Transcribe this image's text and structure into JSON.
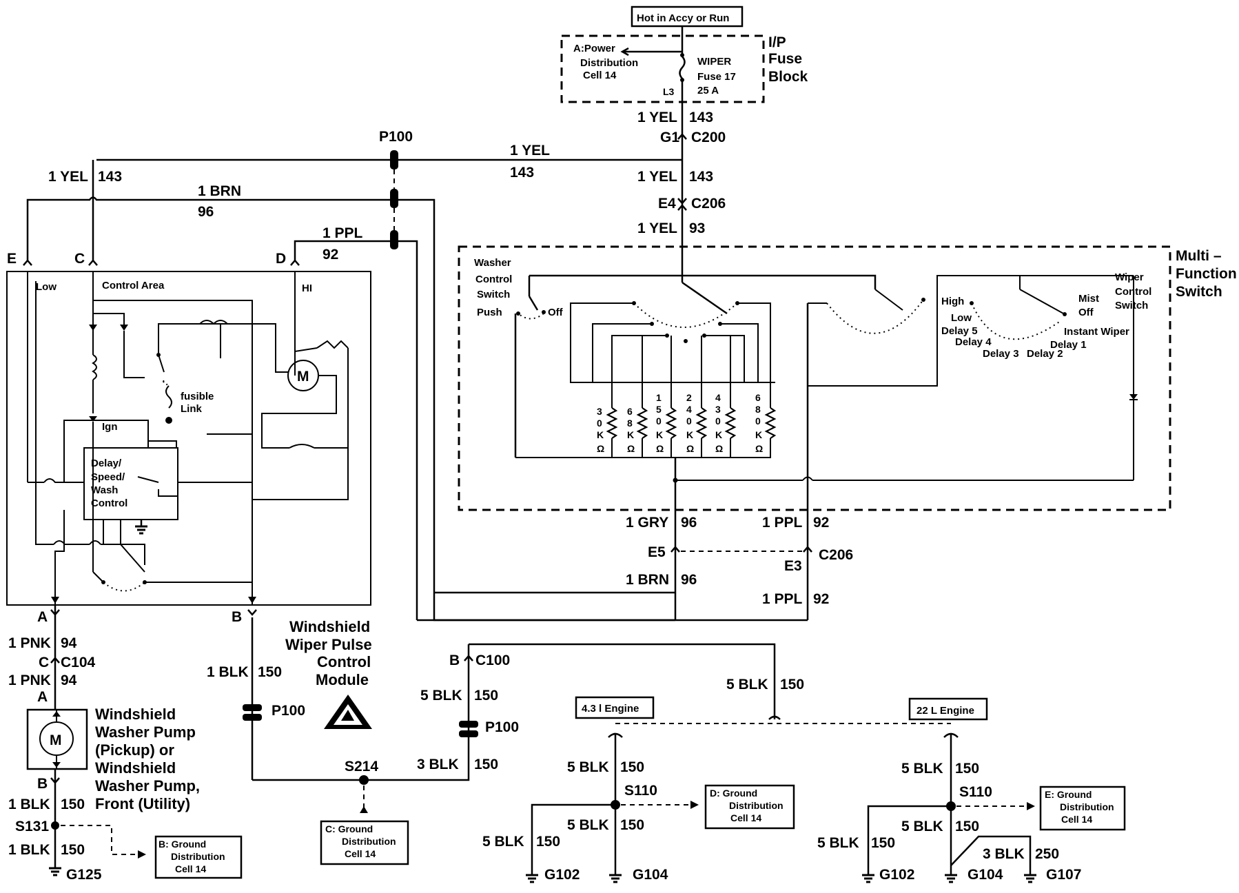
{
  "header": {
    "hot_label": "Hot in Accy or Run"
  },
  "fuse_block": {
    "title_line1": "I/P",
    "title_line2": "Fuse",
    "title_line3": "Block",
    "power_line1": "A:Power",
    "power_line2": "Distribution",
    "power_line3": "Cell 14",
    "fuse_name": "WIPER",
    "fuse_num": "Fuse 17",
    "fuse_amp": "25 A",
    "pin": "L3"
  },
  "wires": {
    "top_gauge": "1 YEL",
    "top_circuit": "143",
    "g1": "G1",
    "c200": "C200",
    "mid_gauge": "1 YEL",
    "mid_circuit": "143",
    "e4": "E4",
    "c206": "C206",
    "low_gauge": "1 YEL",
    "low_circuit": "93",
    "p100_top": "P100",
    "h_yel_gauge": "1 YEL",
    "h_yel_circuit": "143",
    "left_yel_gauge": "1 YEL",
    "left_yel_circuit": "143",
    "brn_gauge": "1 BRN",
    "brn_circuit": "96",
    "ppl_gauge": "1 PPL",
    "ppl_circuit": "92",
    "conn_e": "E",
    "conn_c": "C",
    "conn_d": "D"
  },
  "mfs": {
    "title_line1": "Multi –",
    "title_line2": "Function",
    "title_line3": "Switch",
    "washer_line1": "Washer",
    "washer_line2": "Control",
    "washer_line3": "Switch",
    "push": "Push",
    "off": "Off",
    "wiper_line1": "Wiper",
    "wiper_line2": "Control",
    "wiper_line3": "Switch",
    "high": "High",
    "low": "Low",
    "mist": "Mist",
    "mist_off": "Off",
    "delay5": "Delay 5",
    "delay4": "Delay 4",
    "delay3": "Delay 3",
    "delay2": "Delay 2",
    "delay1": "Delay 1",
    "instant": "Instant Wiper",
    "resistors": [
      [
        "3",
        "0",
        "K",
        "Ω"
      ],
      [
        "6",
        "8",
        "K",
        "Ω"
      ],
      [
        "1",
        "5",
        "0",
        "K",
        "Ω"
      ],
      [
        "2",
        "4",
        "0",
        "K",
        "Ω"
      ],
      [
        "4",
        "3",
        "0",
        "K",
        "Ω"
      ],
      [
        "6",
        "8",
        "0",
        "K",
        "Ω"
      ]
    ]
  },
  "lower_wires": {
    "gry_gauge": "1 GRY",
    "gry_circuit": "96",
    "ppl_gauge": "1 PPL",
    "ppl_circuit": "92",
    "e5": "E5",
    "e3": "E3",
    "c206": "C206",
    "brn_gauge": "1 BRN",
    "brn_circuit": "96",
    "ppl2_gauge": "1 PPL",
    "ppl2_circuit": "92"
  },
  "module": {
    "low": "Low",
    "control_area": "Control Area",
    "hi": "HI",
    "fusible1": "fusible",
    "fusible2": "Link",
    "ign": "Ign",
    "dsw1": "Delay/",
    "dsw2": "Speed/",
    "dsw3": "Wash",
    "dsw4": "Control",
    "name1": "Windshield",
    "name2": "Wiper Pulse",
    "name3": "Control",
    "name4": "Module",
    "conn_a": "A",
    "conn_b": "B"
  },
  "pump_side": {
    "pnk_gauge": "1 PNK",
    "pnk_circuit": "94",
    "c_pin": "C",
    "c104": "C104",
    "pnk2_gauge": "1 PNK",
    "pnk2_circuit": "94",
    "a_pin": "A",
    "b_pin": "B",
    "pump1": "Windshield",
    "pump2": "Washer Pump",
    "pump3": "(Pickup) or",
    "pump4": "Windshield",
    "pump5": "Washer Pump,",
    "pump6": "Front (Utility)",
    "blk_gauge": "1 BLK",
    "blk_circuit": "150",
    "s131": "S131",
    "blk2_gauge": "1 BLK",
    "blk2_circuit": "150",
    "g125": "G125",
    "ground_b1": "B: Ground",
    "ground_b2": "Distribution",
    "ground_b3": "Cell 14"
  },
  "b_side": {
    "blk_gauge": "1 BLK",
    "blk_circuit": "150",
    "p100": "P100",
    "s214": "S214",
    "ground_c1": "C: Ground",
    "ground_c2": "Distribution",
    "ground_c3": "Cell 14",
    "b_pin": "B",
    "c100": "C100",
    "blk5_gauge": "5 BLK",
    "blk5_circuit": "150",
    "p100b": "P100",
    "blk3_gauge": "3 BLK",
    "blk3_circuit": "150"
  },
  "engines": {
    "top_gauge": "5 BLK",
    "top_circuit": "150",
    "engine_43": "4.3 l Engine",
    "engine_22": "22 L Engine",
    "left": {
      "g1": "5 BLK",
      "c1": "150",
      "s110": "S110",
      "g2": "5 BLK",
      "c2": "150",
      "g3": "5 BLK",
      "c3": "150",
      "g102": "G102",
      "g104": "G104",
      "gd1": "D: Ground",
      "gd2": "Distribution",
      "gd3": "Cell 14"
    },
    "right": {
      "g1": "5 BLK",
      "c1": "150",
      "s110": "S110",
      "g2": "5 BLK",
      "c2": "150",
      "g3": "5 BLK",
      "c3": "150",
      "g4": "3 BLK",
      "c4": "250",
      "g102": "G102",
      "g104": "G104",
      "g107": "G107",
      "ge1": "E: Ground",
      "ge2": "Distribution",
      "ge3": "Cell 14"
    }
  }
}
